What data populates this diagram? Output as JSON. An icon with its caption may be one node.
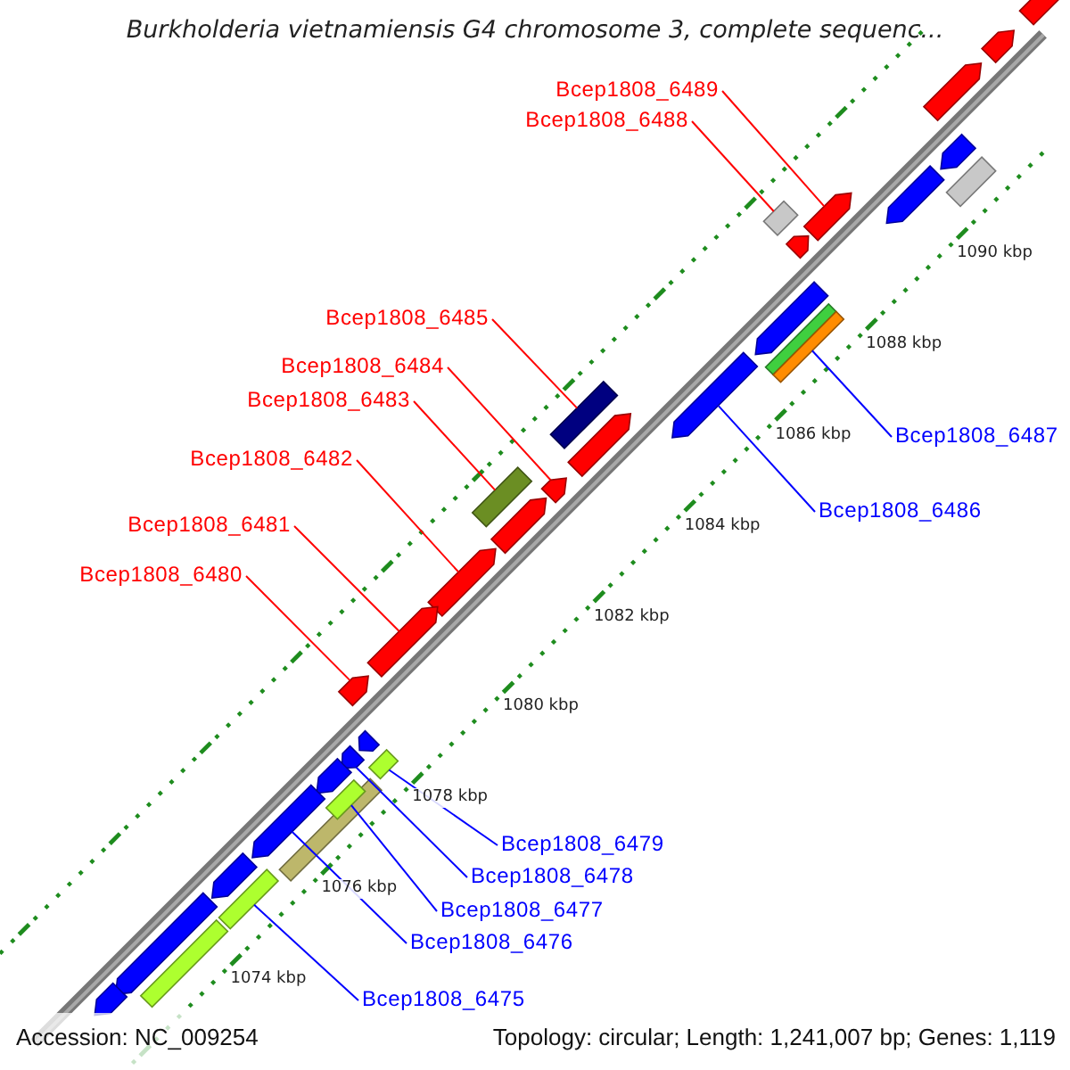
{
  "diagram": {
    "title": "Burkholderia vietnamiensis G4 chromosome 3, complete sequenc...",
    "nodes": [
      {
        "text": [
          "Bcep1808_6489"
        ]
      },
      {
        "text": [
          "Bcep1808_6488"
        ]
      },
      {
        "text": [
          "Bcep1808_6485"
        ]
      },
      {
        "text": [
          "Bcep1808_6484"
        ]
      },
      {
        "text": [
          "Bcep1808_6483"
        ]
      },
      {
        "text": [
          "Bcep1808_6487"
        ]
      },
      {
        "text": [
          "Bcep1808_6482"
        ]
      },
      {
        "text": [
          "Bcep1808_6486"
        ]
      },
      {
        "text": [
          "Bcep1808_6481"
        ]
      },
      {
        "text": [
          "Bcep1808_6480"
        ]
      },
      {
        "text": [
          "Bcep1808_6479"
        ]
      },
      {
        "text": [
          "Bcep1808_6478"
        ]
      },
      {
        "text": [
          "Bcep1808_6477"
        ]
      },
      {
        "text": [
          "Bcep1808_6476"
        ]
      },
      {
        "text": [
          "Bcep1808_6475"
        ]
      },
      {
        "text": [],
        "shape": "bar"
      },
      {
        "text": [],
        "shape": "bar"
      },
      {
        "text": [],
        "shape": "bar"
      },
      {
        "text": [],
        "shape": "bar"
      },
      {
        "text": [],
        "shape": "bar"
      },
      {
        "text": [],
        "shape": "bar"
      },
      {
        "text": [],
        "shape": "bar"
      },
      {
        "text": [],
        "shape": "bar"
      },
      {
        "text": [],
        "shape": "bar"
      },
      {
        "text": [],
        "shape": "bar"
      },
      {
        "text": [],
        "shape": "bar"
      },
      {
        "text": [],
        "shape": "bar"
      },
      {
        "text": [],
        "shape": "bar"
      },
      {
        "text": [],
        "shape": "bar"
      },
      {
        "text": [],
        "shape": "bar"
      },
      {
        "text": [],
        "shape": "bar"
      },
      {
        "text": [],
        "shape": "bar"
      },
      {
        "text": [],
        "shape": "bar"
      },
      {
        "text": [],
        "shape": "bar"
      },
      {
        "text": [],
        "shape": "bar"
      },
      {
        "text": [],
        "shape": "bar"
      },
      {
        "text": [],
        "shape": "bar"
      },
      {
        "text": [],
        "shape": "bar"
      },
      {
        "text": [],
        "shape": "bar"
      },
      {
        "text": [],
        "shape": "bar"
      },
      {
        "text": [],
        "shape": "bar"
      },
      {
        "text": [],
        "shape": "bar"
      },
      {
        "text": [],
        "shape": "bar"
      },
      {
        "text": [],
        "shape": "bar"
      },
      {
        "text": [],
        "shape": "bar"
      },
      {
        "text": [],
        "shape": "bar"
      },
      {
        "text": [],
        "shape": "bar"
      },
      {
        "text": [],
        "shape": "bar"
      }
    ],
    "edges": [
      {
        "from": 0,
        "to": 21,
        "arrow": "none"
      },
      {
        "from": 1,
        "to": 22,
        "arrow": "none"
      },
      {
        "from": 2,
        "to": 28,
        "arrow": "none"
      },
      {
        "from": 3,
        "to": 30,
        "arrow": "none"
      },
      {
        "from": 4,
        "to": 32,
        "arrow": "none"
      },
      {
        "from": 5,
        "to": 26,
        "arrow": "none",
        "color": "#0000ff"
      },
      {
        "from": 6,
        "to": 33,
        "arrow": "none"
      },
      {
        "from": 7,
        "to": 27,
        "arrow": "none",
        "color": "#0000ff"
      },
      {
        "from": 8,
        "to": 34,
        "arrow": "none"
      },
      {
        "from": 9,
        "to": 35,
        "arrow": "none"
      },
      {
        "from": 10,
        "to": 37,
        "arrow": "none",
        "color": "#0000ff"
      },
      {
        "from": 11,
        "to": 38,
        "arrow": "none",
        "color": "#0000ff"
      },
      {
        "from": 12,
        "to": 41,
        "arrow": "none",
        "color": "#0000ff"
      },
      {
        "from": 13,
        "to": 42,
        "arrow": "none",
        "color": "#0000ff"
      },
      {
        "from": 14,
        "to": 44,
        "arrow": "none",
        "color": "#0000ff"
      }
    ],
    "labels": [
      "1090 kbp",
      "1088 kbp",
      "1086 kbp",
      "1084 kbp",
      "1082 kbp",
      "1080 kbp",
      "1078 kbp",
      "1076 kbp",
      "1074 kbp",
      "Accession: NC_009254",
      "Topology: circular; Length: 1,241,007 bp; Genes: 1,119"
    ]
  }
}
